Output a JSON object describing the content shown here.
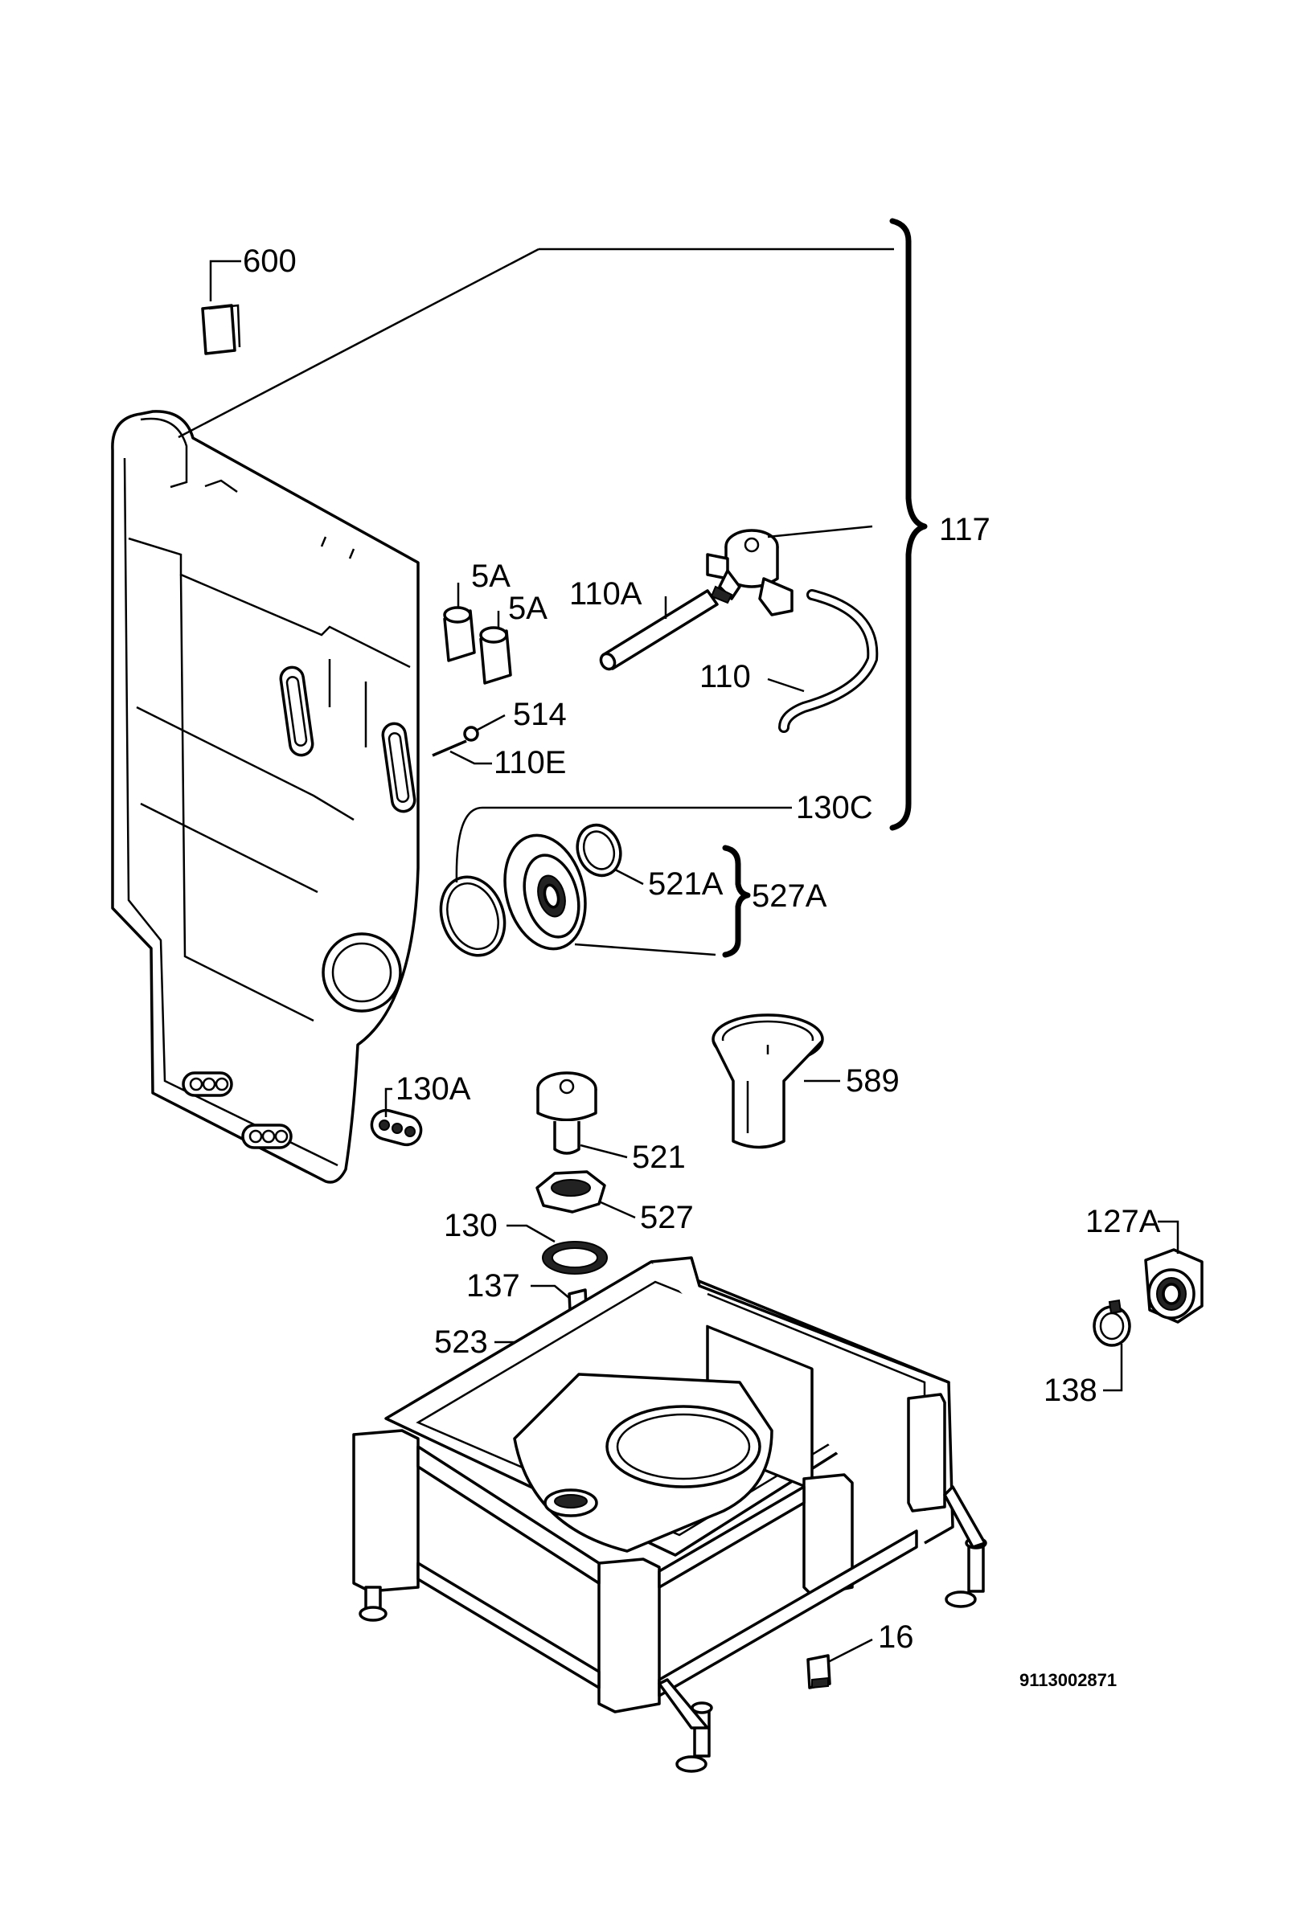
{
  "labels": {
    "p600": "600",
    "p117": "117",
    "p5a_1": "5A",
    "p5a_2": "5A",
    "p110a": "110A",
    "p110": "110",
    "p514": "514",
    "p110e": "110E",
    "p130c": "130C",
    "p521a": "521A",
    "p527a": "527A",
    "p589": "589",
    "p130a": "130A",
    "p521": "521",
    "p527": "527",
    "p130": "130",
    "p127a": "127A",
    "p137": "137",
    "p523": "523",
    "p138": "138",
    "p16": "16"
  },
  "document_id": "9113002871"
}
